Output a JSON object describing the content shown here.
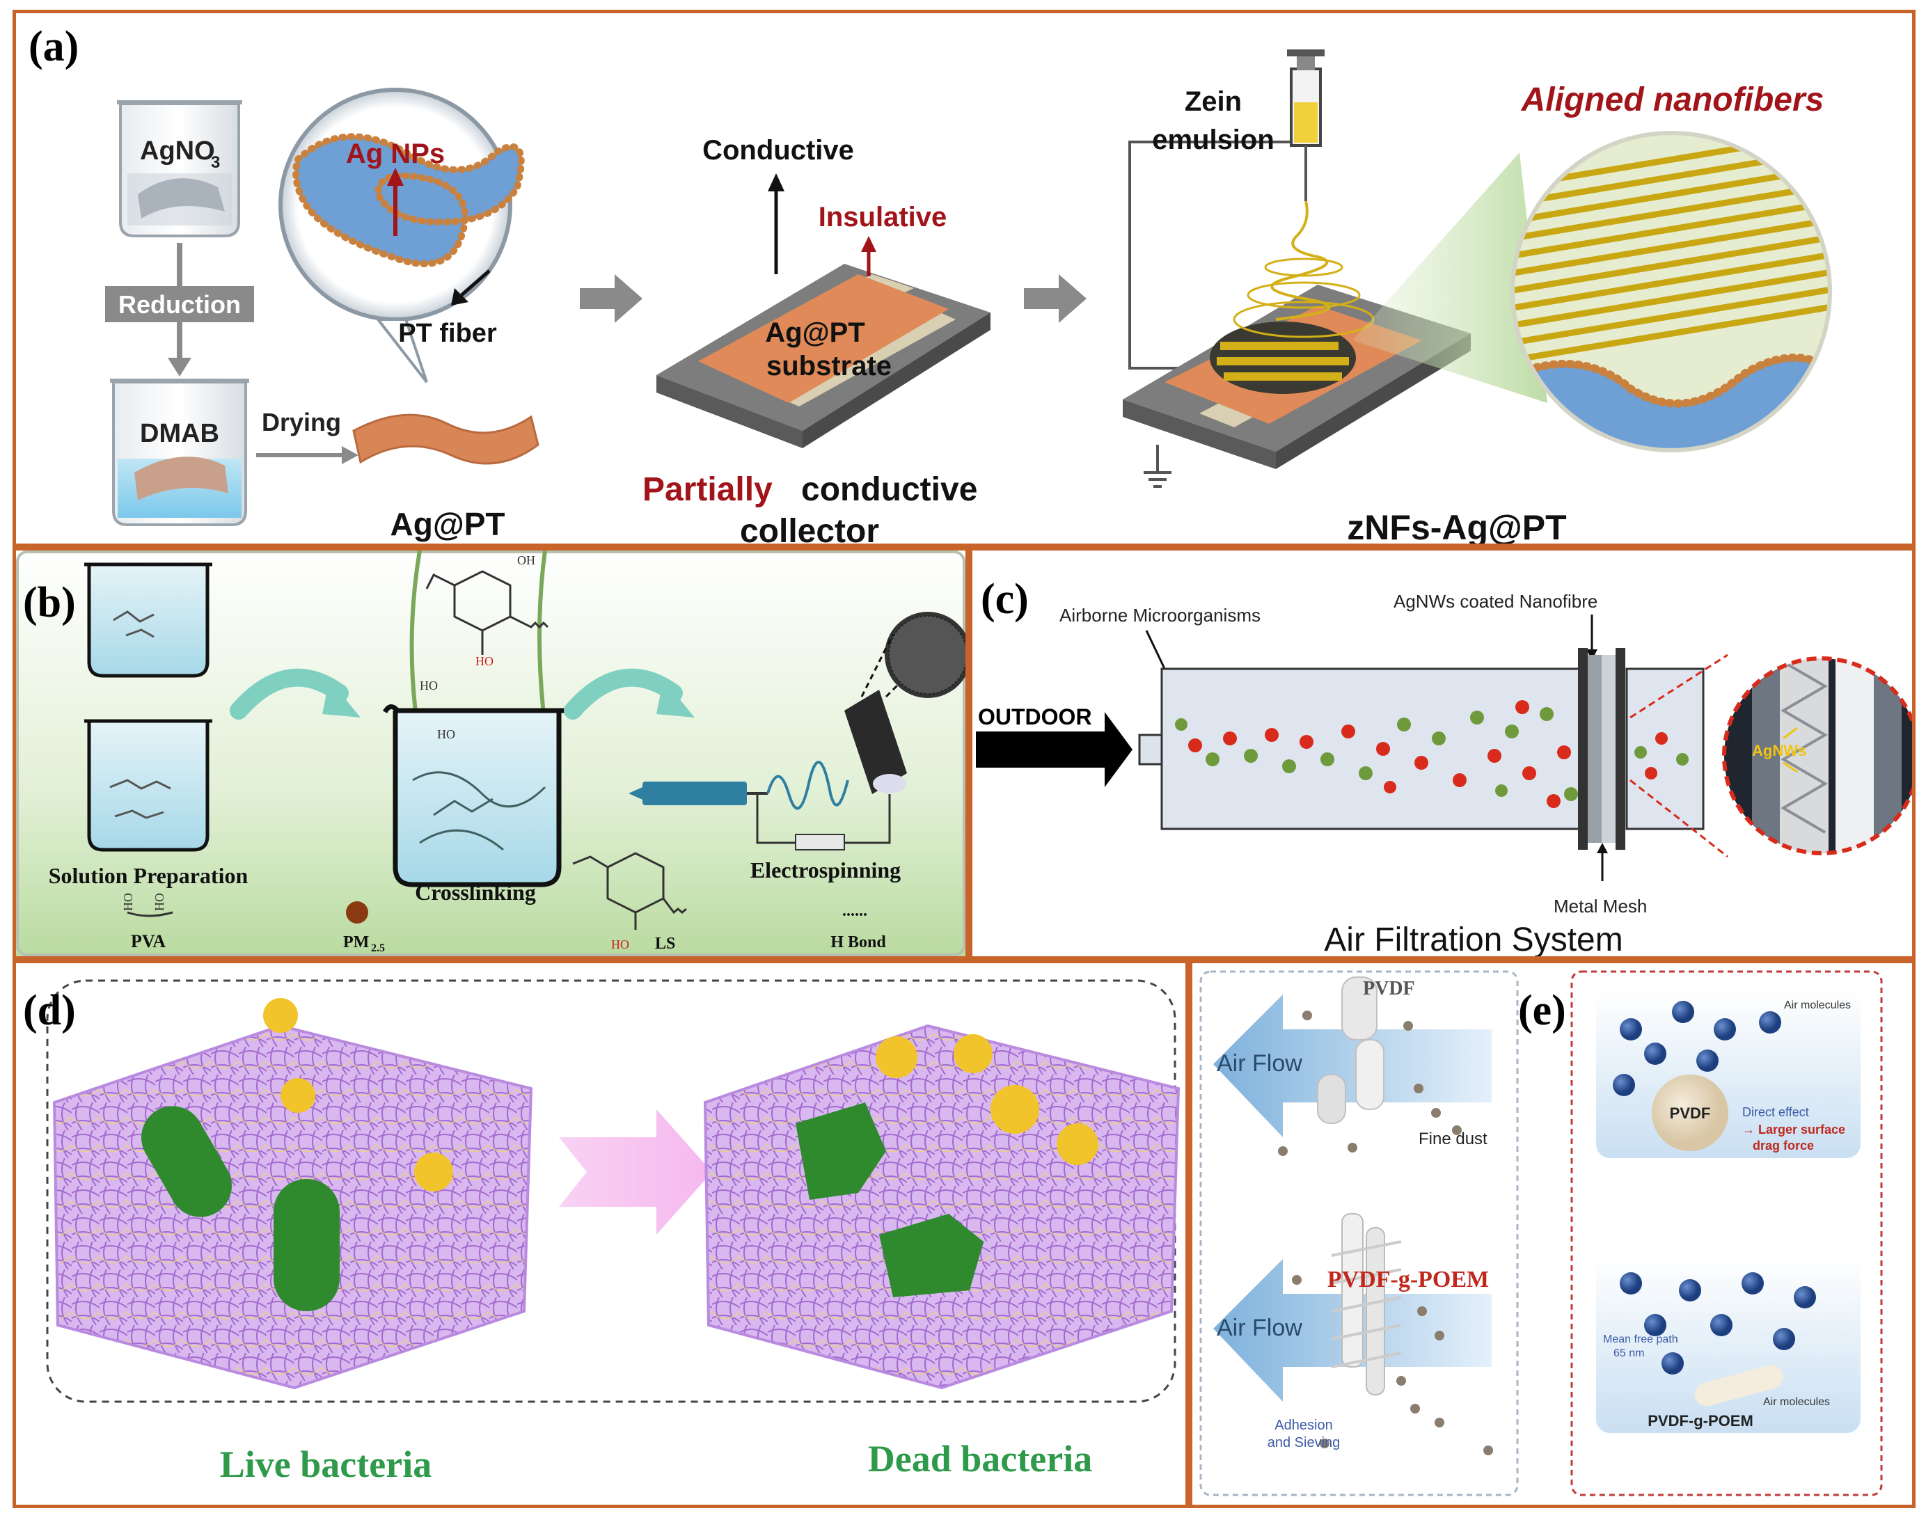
{
  "colors": {
    "frame": "#c8632a",
    "dark_red": "#a0141a",
    "green_text": "#2e9a4a",
    "gold": "#d4b018",
    "substrate": "#e08a5a",
    "fiber_blue": "#6ea0d6",
    "purple": "#c79ae8"
  },
  "panel_a": {
    "letter": "(a)",
    "beaker1": "AgNO",
    "beaker1_sub": "3",
    "reduction": "Reduction",
    "beaker2": "DMAB",
    "drying": "Drying",
    "ag_nps": "Ag NPs",
    "pt_fiber": "PT fiber",
    "ag_pt": "Ag@PT",
    "conductive": "Conductive",
    "insulative": "Insulative",
    "substrate_line1": "Ag@PT",
    "substrate_line2": "substrate",
    "partially": "Partially",
    "conductive_collector": "conductive",
    "collector": "collector",
    "zein1": "Zein",
    "zein2": "emulsion",
    "aligned": "Aligned nanofibers",
    "znfs": "zNFs-Ag@PT"
  },
  "panel_b": {
    "letter": "(b)",
    "solution_prep": "Solution Preparation",
    "crosslinking": "Crosslinking",
    "electrospinning": "Electrospinning",
    "pva": "PVA",
    "pm": "PM",
    "pm_sub": "2.5",
    "ls": "LS",
    "hbond": "H Bond",
    "dots": "......",
    "ho1": "HO",
    "ho2": "HO",
    "ho_red": "HO",
    "ho_red2": "HO",
    "oh": "OH",
    "ho_c1": "HO",
    "ho_c2": "HO"
  },
  "panel_c": {
    "letter": "(c)",
    "airborne": "Airborne Microorganisms",
    "agnws_coated": "AgNWs coated Nanofibre",
    "outdoor": "OUTDOOR",
    "metal_mesh": "Metal Mesh",
    "agnws": "AgNWs",
    "system": "Air Filtration System"
  },
  "panel_d": {
    "letter": "(d)",
    "live": "Live bacteria",
    "dead": "Dead bacteria"
  },
  "panel_e": {
    "letter": "(e)",
    "pvdf": "PVDF",
    "air_flow1": "Air Flow",
    "fine_dust": "Fine dust",
    "pvdf_g": "PVDF-g-POEM",
    "air_flow2": "Air Flow",
    "adhesion1": "Adhesion",
    "adhesion2": "and Sieving",
    "air_molecules1": "Air molecules",
    "pvdf_ball": "PVDF",
    "direct_effect": "Direct effect",
    "larger_surface": "→ Larger surface",
    "drag_force": "drag force",
    "mean_free1": "Mean free path",
    "mean_free2": "65 nm",
    "air_molecules2": "Air molecules",
    "pvdf_g2": "PVDF-g-POEM"
  }
}
